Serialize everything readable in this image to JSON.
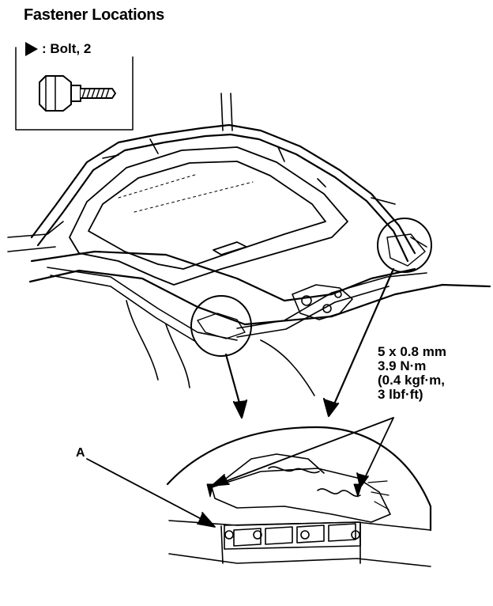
{
  "title": "Fastener Locations",
  "legend": {
    "symbol": "triangle",
    "label": ": Bolt, 2"
  },
  "spec": {
    "line1": "5 x 0.8 mm",
    "line2": "3.9 N·m",
    "line3": "(0.4 kgf·m,",
    "line4": "3 lbf·ft)"
  },
  "callout": "A"
}
